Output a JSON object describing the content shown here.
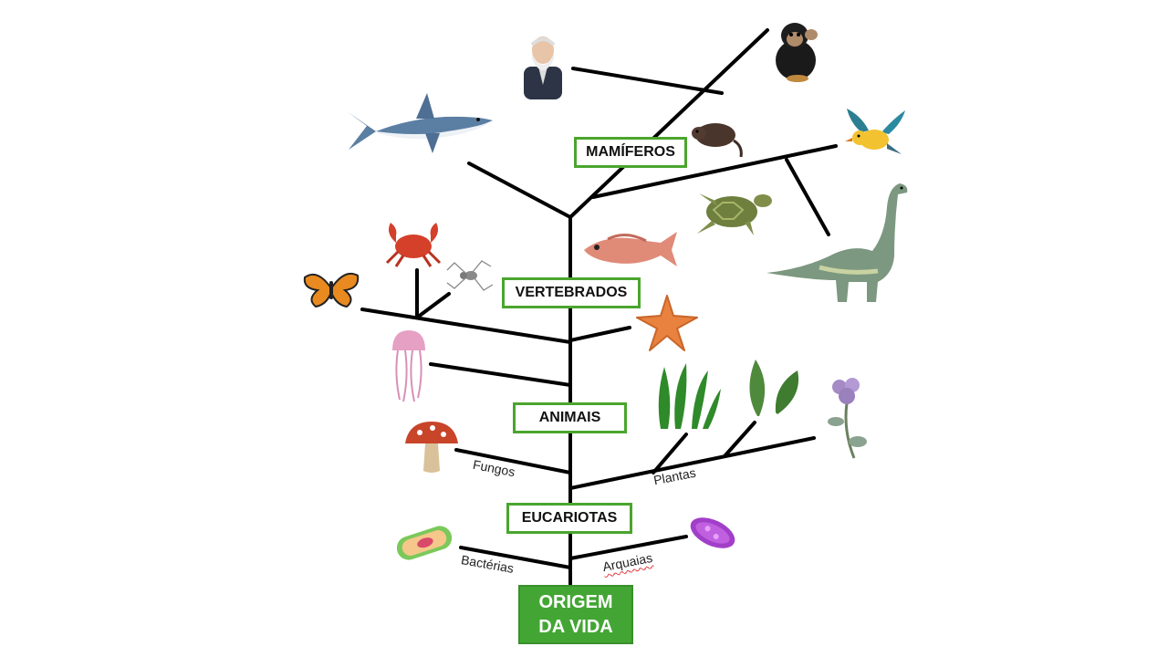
{
  "groups": {
    "mamiferos": "MAMÍFEROS",
    "vertebrados": "VERTEBRADOS",
    "animais": "ANIMAIS",
    "eucariotas": "EUCARIOTAS"
  },
  "root": {
    "line1": "ORIGEM",
    "line2": "DA VIDA"
  },
  "branches": {
    "fungos": "Fungos",
    "plantas": "Plantas",
    "bacterias": "Bactérias",
    "arquaias": "Arquaias"
  },
  "colors": {
    "label_border": "#4aa52e",
    "root_fill": "#43a634",
    "lines": "#000000"
  },
  "icons": [
    "human-icon",
    "chimpanzee-icon",
    "shark-icon",
    "rodent-icon",
    "bird-icon",
    "turtle-icon",
    "dinosaur-icon",
    "crab-icon",
    "spider-icon",
    "butterfly-icon",
    "fish-icon",
    "starfish-icon",
    "jellyfish-icon",
    "seaweed-icon",
    "leaves-icon",
    "flower-icon",
    "mushroom-icon",
    "bacterium-icon",
    "archaea-icon"
  ]
}
